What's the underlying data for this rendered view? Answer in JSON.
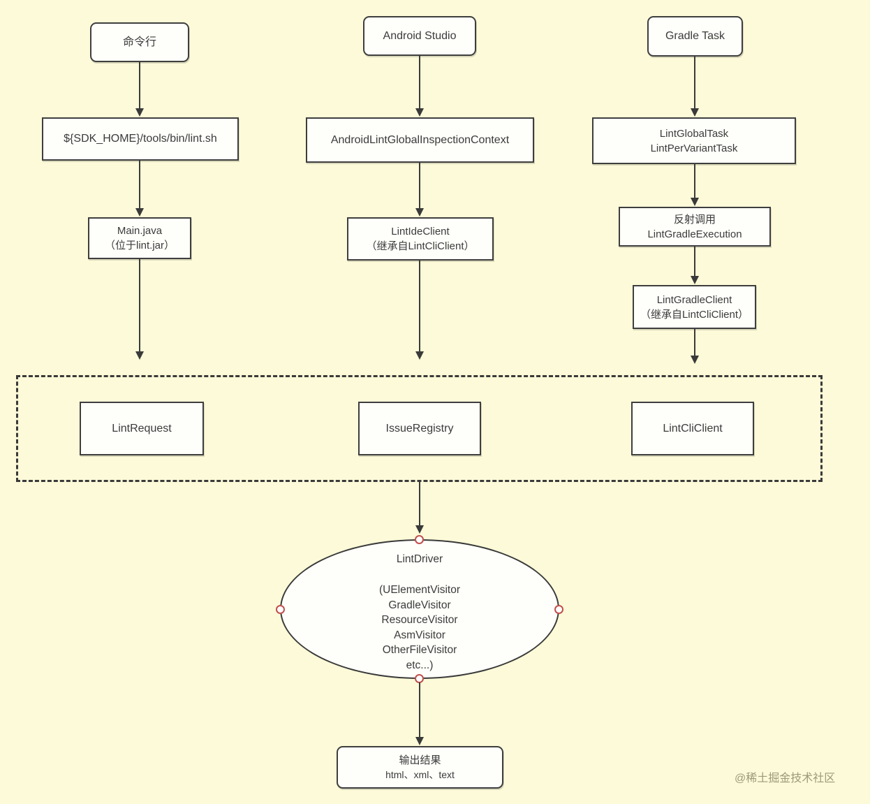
{
  "colors": {
    "background": "#FCFAD8",
    "node_fill": "#FEFEFA",
    "node_border": "#3E3E3E",
    "arrow": "#3A3A3A",
    "anchor_dot_border": "#C0504D",
    "watermark_text": "#7D785A"
  },
  "watermark": "@稀土掘金技术社区",
  "nodes": {
    "cmdline": {
      "label": "命令行"
    },
    "lintsh": {
      "label": "${SDK_HOME}/tools/bin/lint.sh"
    },
    "mainjava": {
      "line1": "Main.java",
      "line2": "（位于lint.jar）"
    },
    "android_studio": {
      "label": "Android Studio"
    },
    "inspection_context": {
      "label": "AndroidLintGlobalInspectionContext"
    },
    "lint_ide_client": {
      "line1": "LintIdeClient",
      "line2": "（继承自LintCliClient）"
    },
    "gradle_task": {
      "label": "Gradle Task"
    },
    "lint_global_task": {
      "line1": "LintGlobalTask",
      "line2": "LintPerVariantTask"
    },
    "reflection_call": {
      "line1": "反射调用",
      "line2": "LintGradleExecution"
    },
    "lint_gradle_client": {
      "line1": "LintGradleClient",
      "line2": "（继承自LintCliClient）"
    },
    "lint_request": {
      "label": "LintRequest"
    },
    "issue_registry": {
      "label": "IssueRegistry"
    },
    "lint_cli_client": {
      "label": "LintCliClient"
    },
    "lint_driver": {
      "title": "LintDriver",
      "lines": [
        "(UElementVisitor",
        "GradleVisitor",
        "ResourceVisitor",
        "AsmVisitor",
        "OtherFileVisitor",
        "etc...)"
      ]
    },
    "output": {
      "line1": "输出结果",
      "line2": "html、xml、text"
    }
  }
}
